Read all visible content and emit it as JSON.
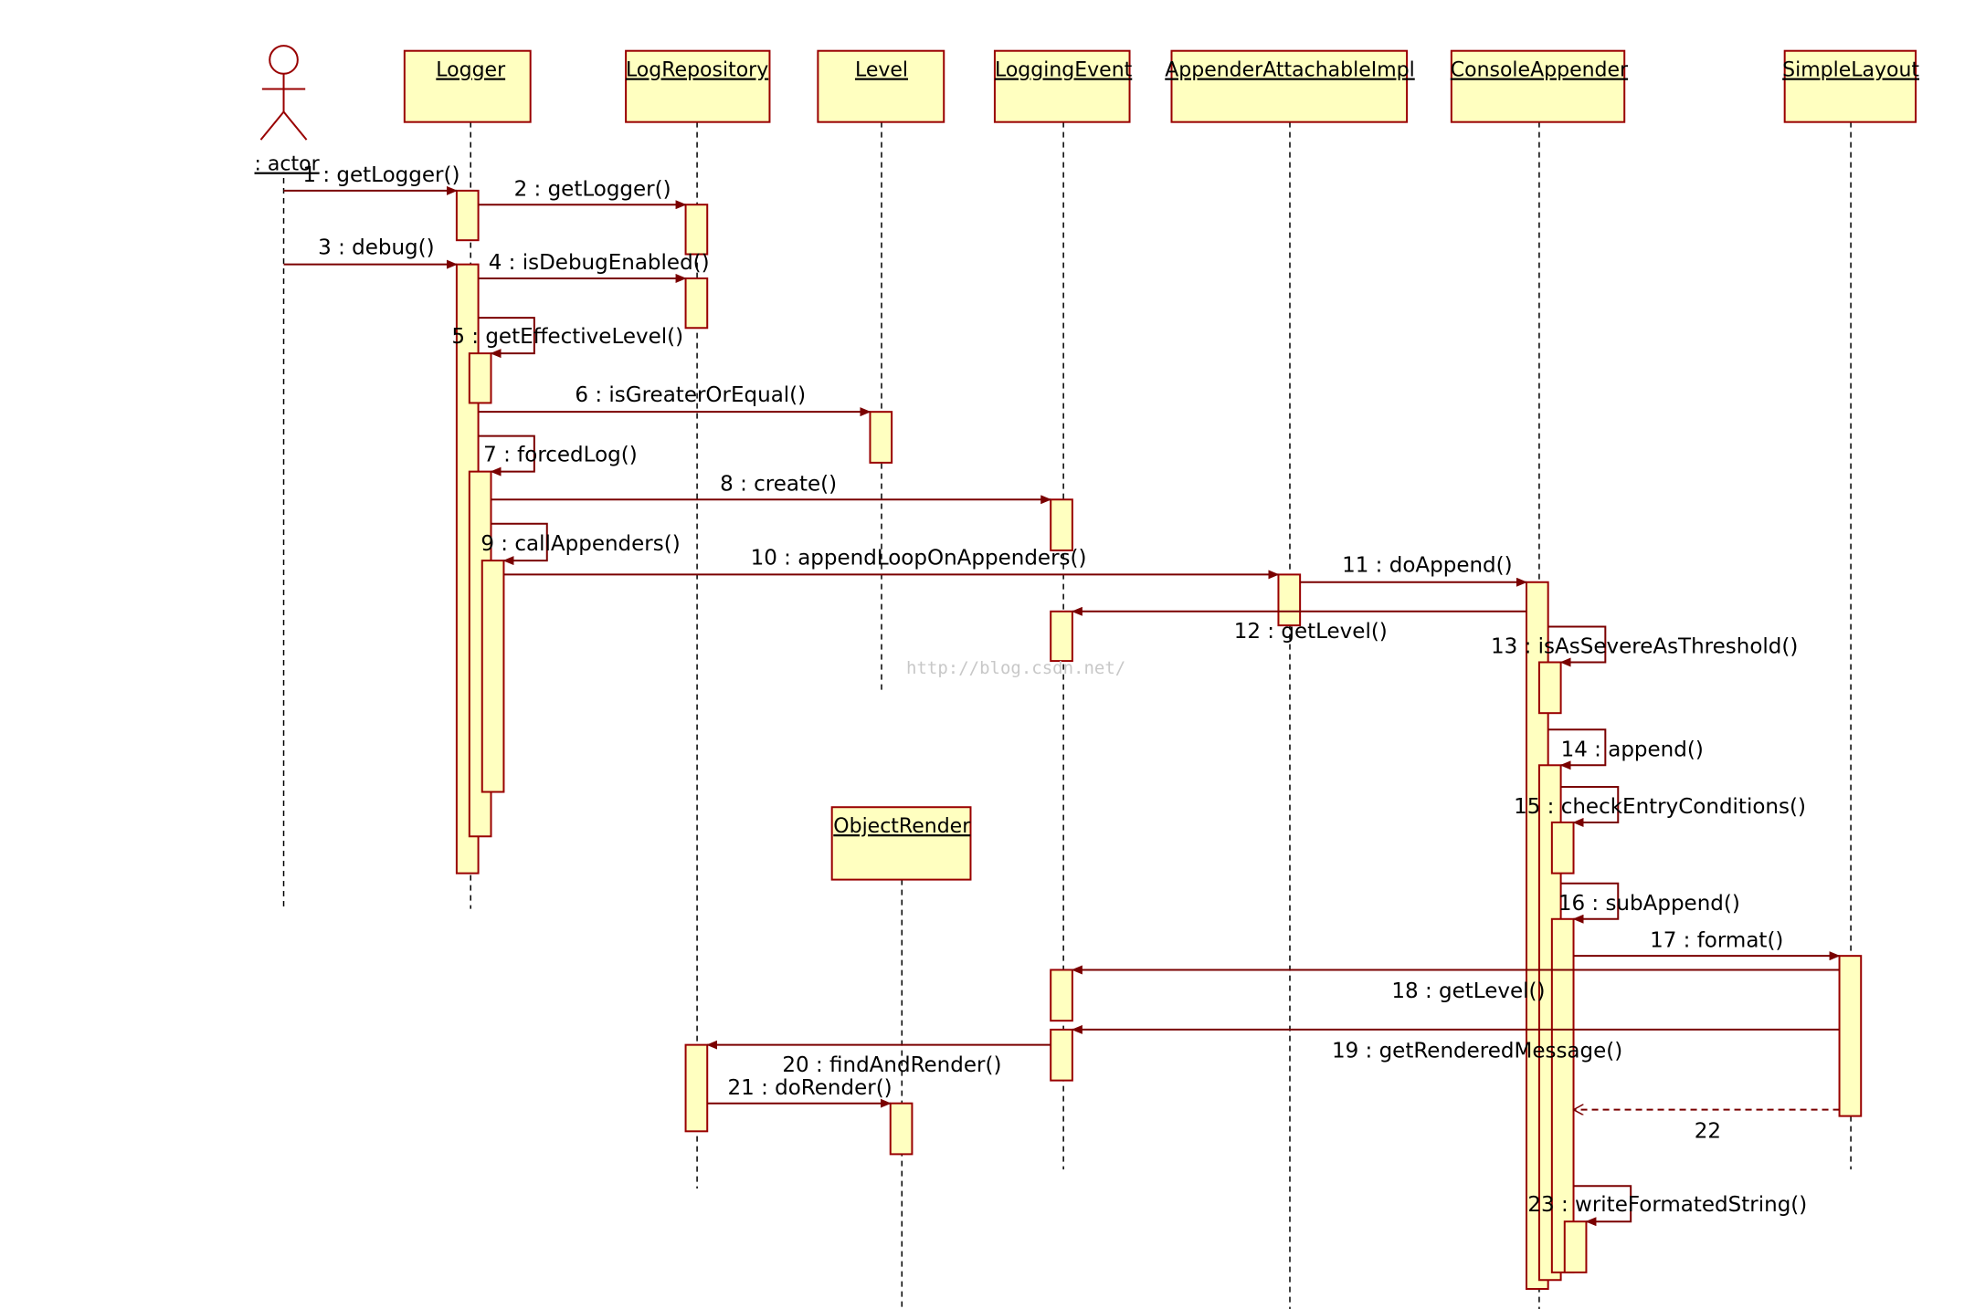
{
  "diagram": {
    "type": "sequence",
    "colors": {
      "box_fill": "#ffffc0",
      "box_stroke": "#990000",
      "message": "#7a0000",
      "lifeline": "#000000",
      "text": "#000000"
    },
    "actor": {
      "label": ": actor"
    },
    "objects": [
      {
        "id": "logger",
        "label": "Logger"
      },
      {
        "id": "repo",
        "label": "LogRepository"
      },
      {
        "id": "level",
        "label": "Level"
      },
      {
        "id": "event",
        "label": "LoggingEvent"
      },
      {
        "id": "aai",
        "label": "AppenderAttachableImpl"
      },
      {
        "id": "console",
        "label": "ConsoleAppender"
      },
      {
        "id": "layout",
        "label": "SimpleLayout"
      },
      {
        "id": "render",
        "label": "ObjectRender"
      }
    ],
    "messages": [
      {
        "label": "1 : getLogger()",
        "from": "actor",
        "to": "logger"
      },
      {
        "label": "2 : getLogger()",
        "from": "logger",
        "to": "repo"
      },
      {
        "label": "3 : debug()",
        "from": "actor",
        "to": "logger"
      },
      {
        "label": "4 : isDebugEnabled()",
        "from": "logger",
        "to": "repo"
      },
      {
        "label": "5 : getEffectiveLevel()",
        "from": "logger",
        "to": "logger"
      },
      {
        "label": "6 : isGreaterOrEqual()",
        "from": "logger",
        "to": "level"
      },
      {
        "label": "7 : forcedLog()",
        "from": "logger",
        "to": "logger"
      },
      {
        "label": "8 : create()",
        "from": "logger",
        "to": "event"
      },
      {
        "label": "9 : callAppenders()",
        "from": "logger",
        "to": "logger"
      },
      {
        "label": "10 : appendLoopOnAppenders()",
        "from": "logger",
        "to": "aai"
      },
      {
        "label": "11 : doAppend()",
        "from": "aai",
        "to": "console"
      },
      {
        "label": "12 : getLevel()",
        "from": "console",
        "to": "event"
      },
      {
        "label": "13 : isAsSevereAsThreshold()",
        "from": "console",
        "to": "console"
      },
      {
        "label": "14 : append()",
        "from": "console",
        "to": "console"
      },
      {
        "label": "15 : checkEntryConditions()",
        "from": "console",
        "to": "console"
      },
      {
        "label": "16 : subAppend()",
        "from": "console",
        "to": "console"
      },
      {
        "label": "17 : format()",
        "from": "console",
        "to": "layout"
      },
      {
        "label": "18 : getLevel()",
        "from": "layout",
        "to": "event"
      },
      {
        "label": "19 : getRenderedMessage()",
        "from": "layout",
        "to": "event"
      },
      {
        "label": "20 : findAndRender()",
        "from": "event",
        "to": "repo"
      },
      {
        "label": "21 : doRender()",
        "from": "repo",
        "to": "render"
      },
      {
        "label": "22",
        "from": "layout",
        "to": "console",
        "kind": "return"
      },
      {
        "label": "23 : writeFormatedString()",
        "from": "console",
        "to": "console"
      }
    ],
    "watermark": "http://blog.csdn.net/"
  }
}
